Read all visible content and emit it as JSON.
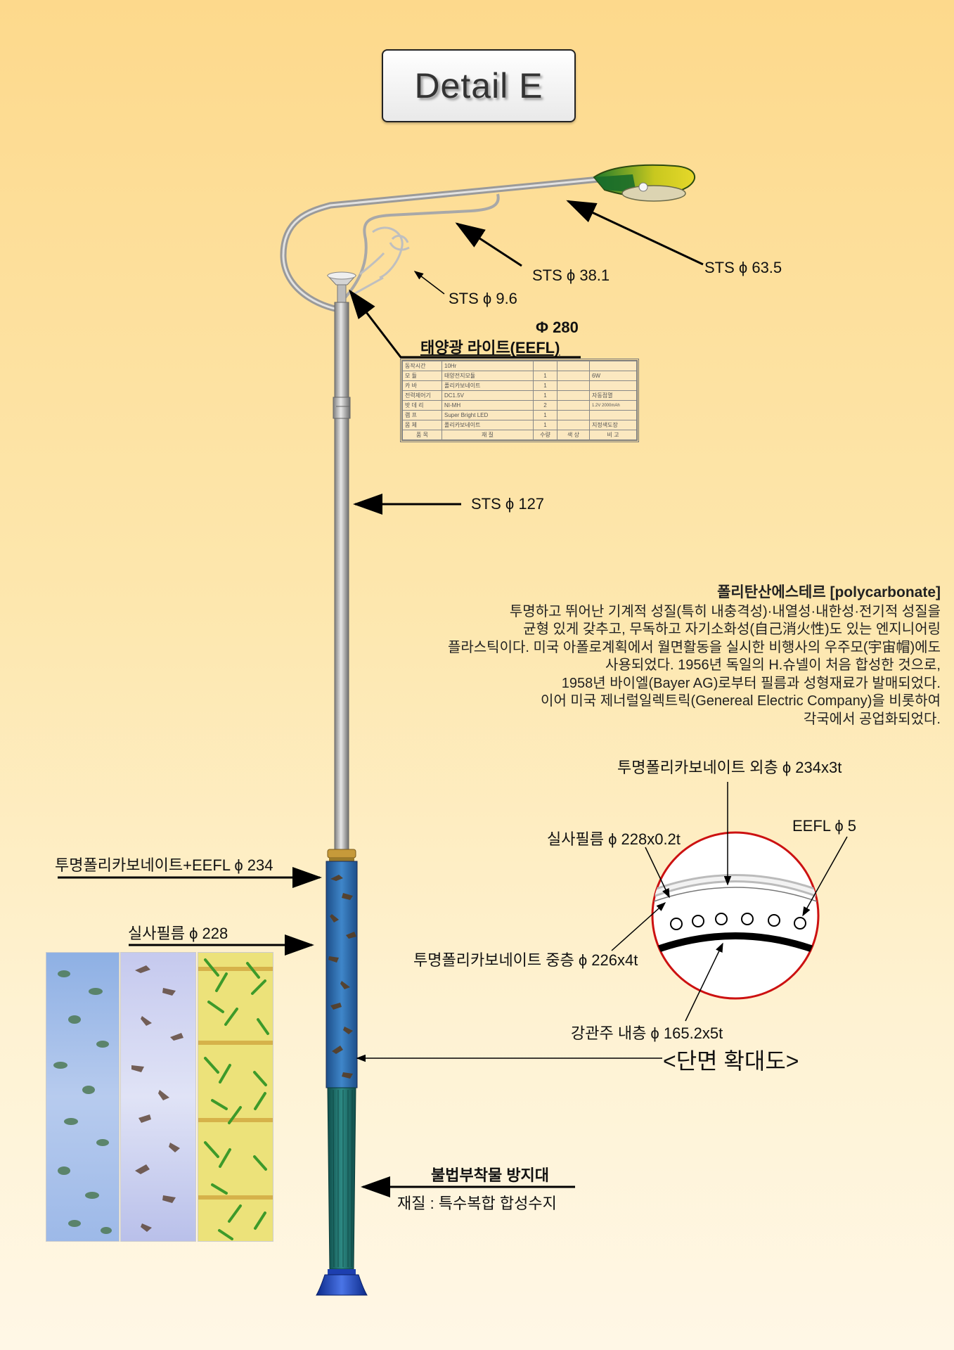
{
  "title": "Detail E",
  "labels": {
    "sts_63_5": "STS ϕ 63.5",
    "sts_38_1": "STS ϕ 38.1",
    "sts_9_6": "STS ϕ 9.6",
    "sts_127": "STS ϕ 127",
    "light_diameter": "Φ 280",
    "solar_light": "태양광 라이트(EEFL)",
    "pc_eefl": "투명폴리카보네이트+EEFL ϕ 234",
    "silk_film": "실사필름 ϕ 228",
    "outer_layer": "투명폴리카보네이트 외층 ϕ 234x3t",
    "silk_film_detail": "실사필름 ϕ 228x0.2t",
    "eefl_5": "EEFL ϕ 5",
    "middle_layer": "투명폴리카보네이트 중층 ϕ 226x4t",
    "inner_layer": "강관주 내층 ϕ 165.2x5t",
    "section_title": "<단면 확대도>",
    "anti_attach_title": "불법부착물 방지대",
    "anti_attach_material": "재질 : 특수복합 합성수지"
  },
  "spec_table": {
    "rows": [
      [
        "동작시간",
        "10Hr",
        "",
        "",
        ""
      ],
      [
        "모    듈",
        "태양전지모듈",
        "1",
        "",
        "6W"
      ],
      [
        "카    바",
        "폴리카보네이트",
        "1",
        "",
        ""
      ],
      [
        "전력제어기",
        "DC1.5V",
        "1",
        "",
        "자동점멸"
      ],
      [
        "밧 데 리",
        "NI-MH",
        "2",
        "",
        "1.2V 2000mAh"
      ],
      [
        "램    프",
        "Super Bright LED",
        "1",
        "",
        ""
      ],
      [
        "몸    체",
        "폴리카보네이트",
        "1",
        "",
        "지정색도장"
      ]
    ],
    "header": [
      "품  목",
      "재          질",
      "수량",
      "색 상",
      "비   고"
    ]
  },
  "description": {
    "title": "폴리탄산에스테르 [polycarbonate]",
    "lines": [
      "투명하고 뛰어난 기계적 성질(특히 내충격성)·내열성·내한성·전기적 성질을",
      "균형 있게 갖추고, 무독하고 자기소화성(自己消火性)도 있는 엔지니어링",
      "플라스틱이다. 미국 아폴로계획에서 월면활동을 실시한 비행사의 우주모(宇宙帽)에도",
      "사용되었다. 1956년 독일의 H.슈넬이 처음 합성한 것으로,",
      "1958년 바이엘(Bayer AG)로부터 필름과 성형재료가 발매되었다.",
      "이어 미국 제너럴일렉트릭(Genereal Electric Company)을 비롯하여",
      "각국에서 공업화되었다."
    ]
  },
  "colors": {
    "accent_red": "#cc1111",
    "pole_green": "#1f6f6a",
    "base_blue": "#1a3fb0"
  }
}
